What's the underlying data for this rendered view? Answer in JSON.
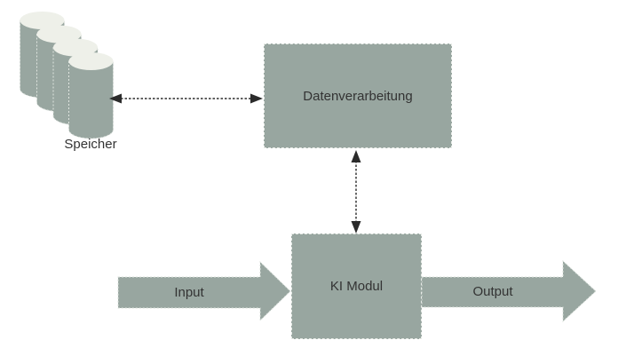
{
  "nodes": {
    "speicher": {
      "label": "Speicher",
      "shape": "cylinder-stack"
    },
    "datenverarbeitung": {
      "label": "Datenverarbeitung",
      "shape": "rectangle"
    },
    "ki_modul": {
      "label": "KI Modul",
      "shape": "rectangle"
    },
    "input": {
      "label": "Input",
      "shape": "block-arrow-right"
    },
    "output": {
      "label": "Output",
      "shape": "block-arrow-right"
    }
  },
  "connections": [
    {
      "from": "speicher",
      "to": "datenverarbeitung",
      "direction": "bidirectional",
      "style": "dashed"
    },
    {
      "from": "datenverarbeitung",
      "to": "ki_modul",
      "direction": "bidirectional",
      "style": "dashed"
    },
    {
      "from": "input",
      "to": "ki_modul",
      "direction": "forward",
      "style": "block-arrow"
    },
    {
      "from": "ki_modul",
      "to": "output",
      "direction": "forward",
      "style": "block-arrow"
    }
  ],
  "colors": {
    "node_fill": "#98a6a0",
    "cylinder_top": "#eef0e9",
    "connector": "#2b2b2b",
    "text": "#333333",
    "background": "#ffffff"
  }
}
